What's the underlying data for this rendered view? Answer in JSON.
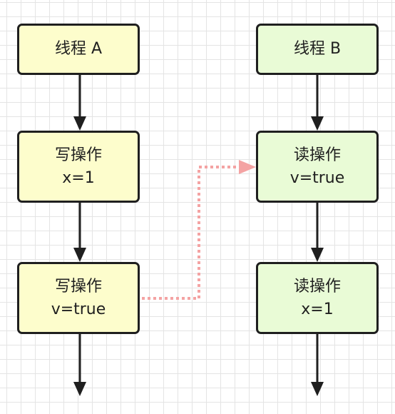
{
  "thread_a": {
    "title": "线程 A",
    "steps": [
      {
        "op": "写操作",
        "expr": "x=1"
      },
      {
        "op": "写操作",
        "expr": "v=true"
      }
    ]
  },
  "thread_b": {
    "title": "线程 B",
    "steps": [
      {
        "op": "读操作",
        "expr": "v=true"
      },
      {
        "op": "读操作",
        "expr": "x=1"
      }
    ]
  },
  "colors": {
    "thread_a_fill": "#fdfdcc",
    "thread_b_fill": "#e9fbd6",
    "border": "#1f1f1f",
    "sync_arrow": "#f4a3a3",
    "grid": "#e4e4e4"
  }
}
